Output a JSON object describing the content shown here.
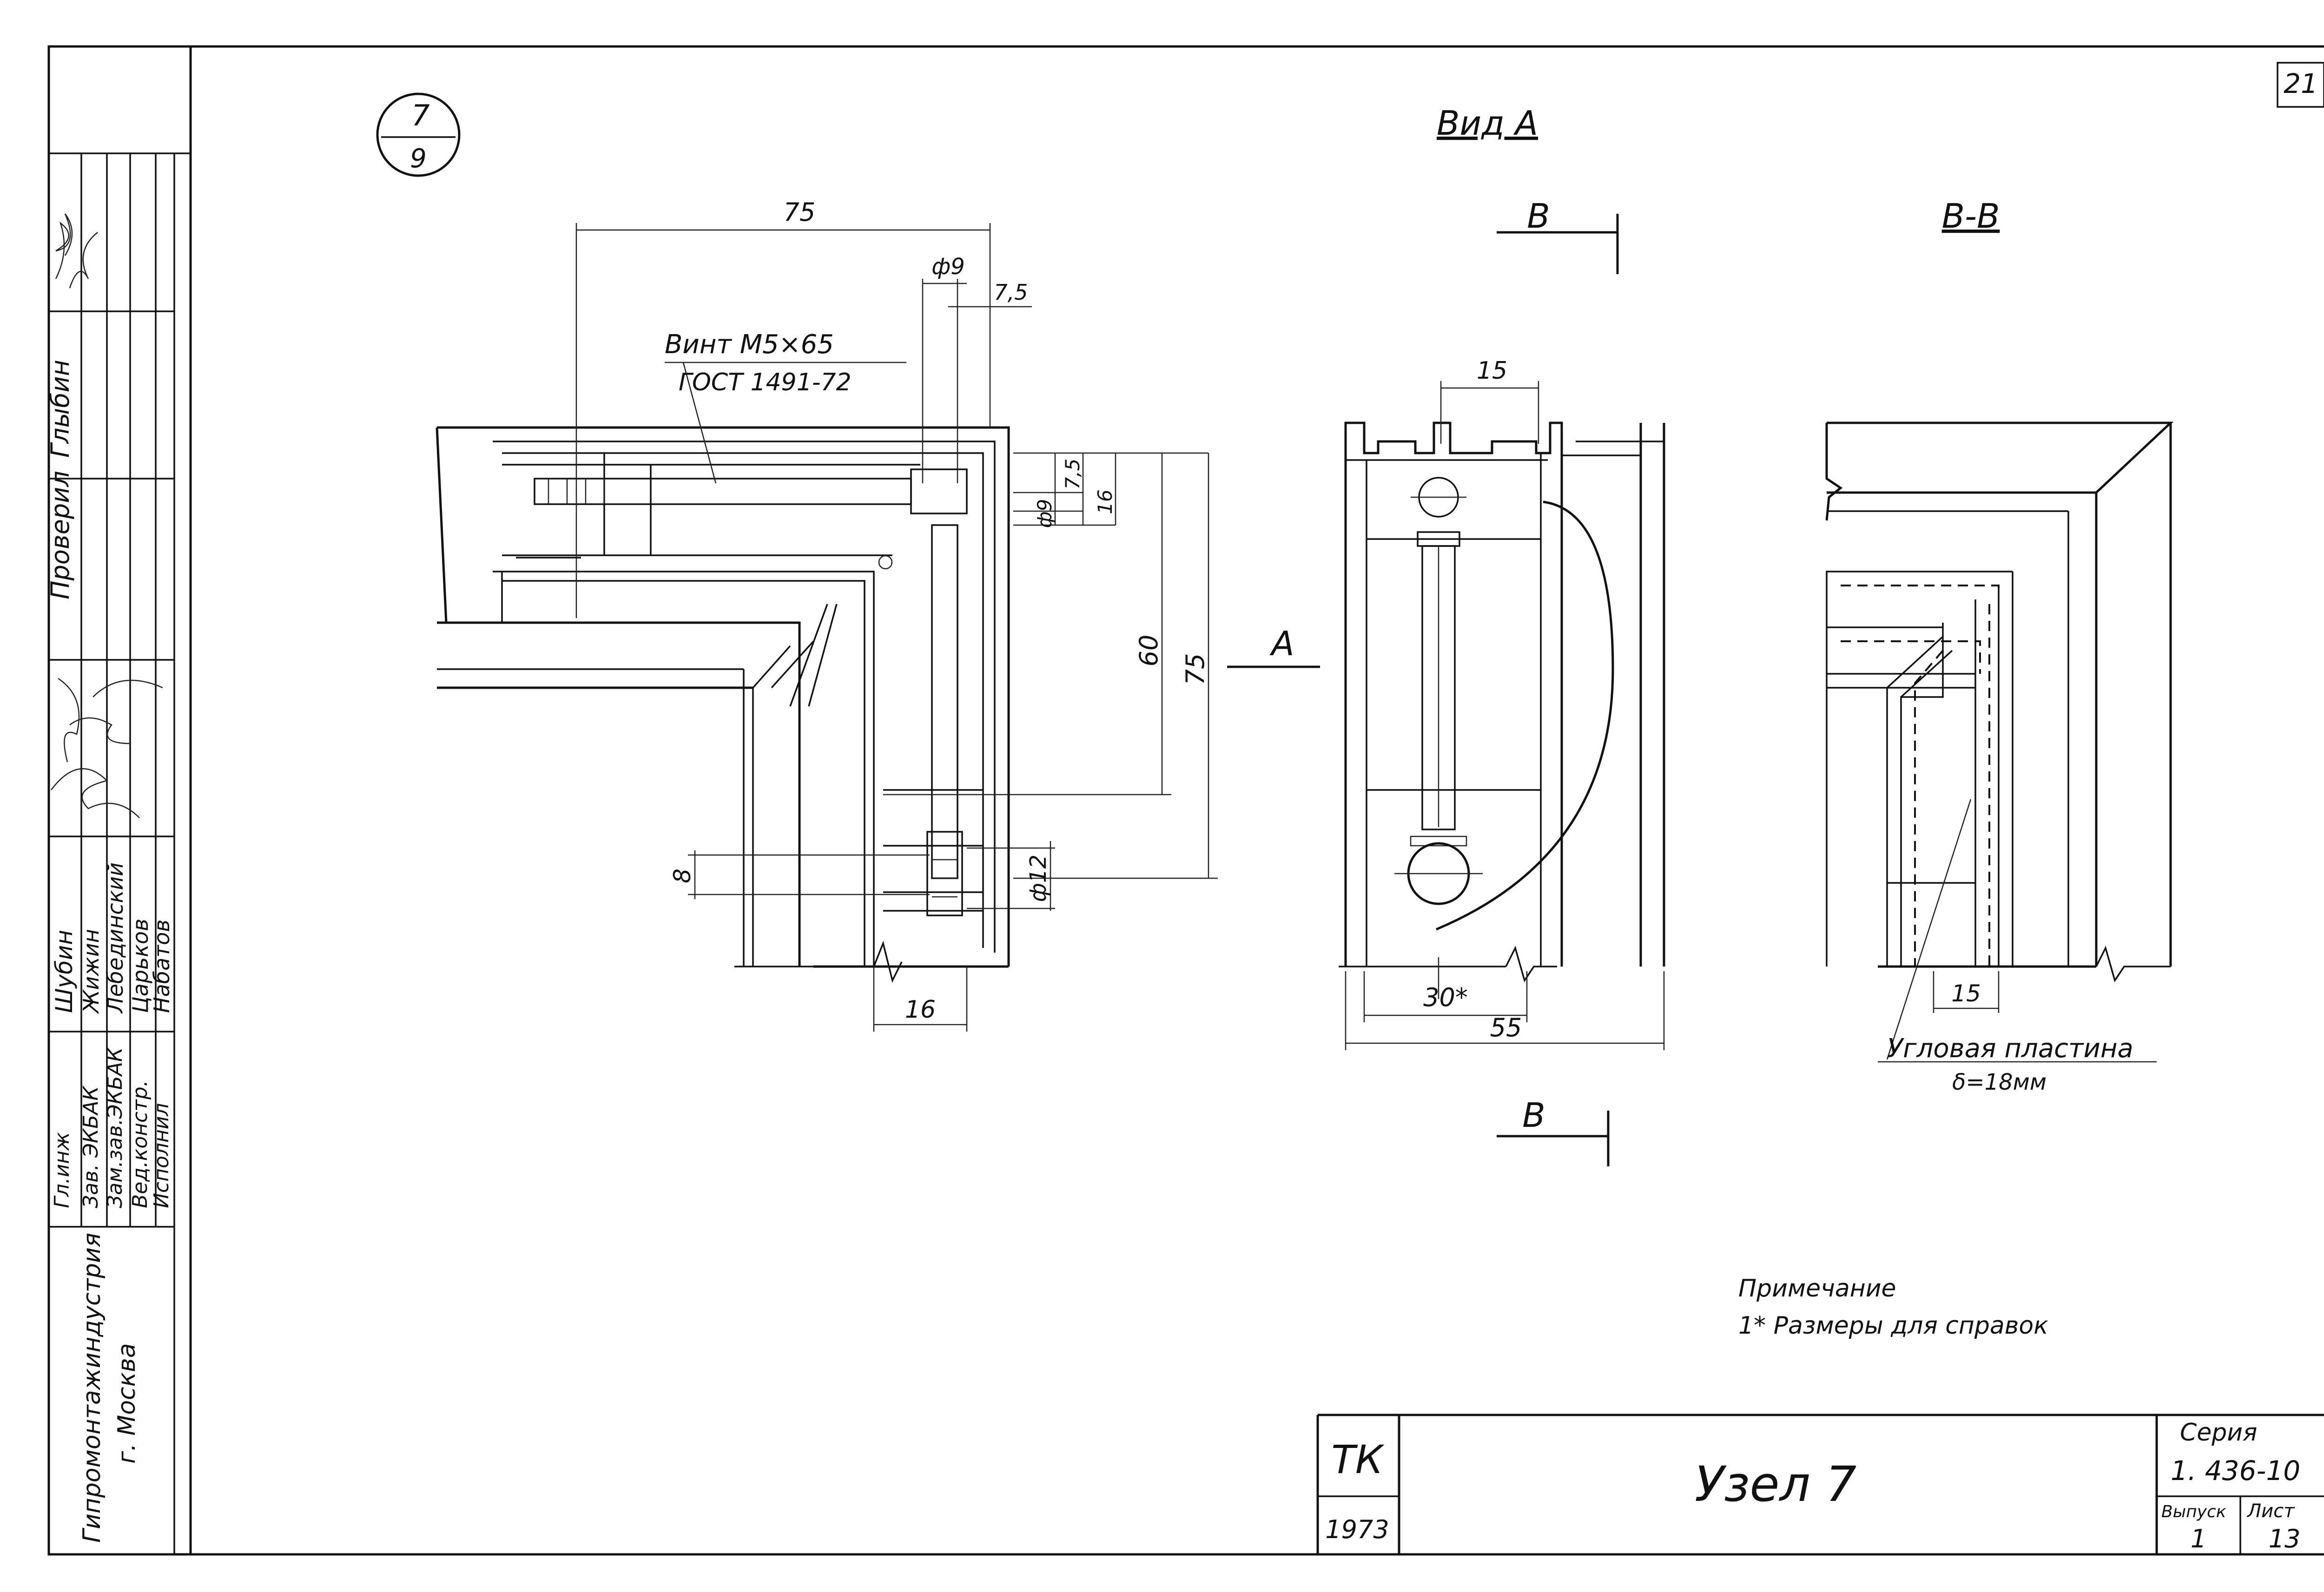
{
  "sheet": {
    "number": "21",
    "node_ref_top": "7",
    "node_ref_bottom": "9"
  },
  "view_a": {
    "title": "Вид А",
    "section_mark": "В",
    "view_arrow": "А",
    "dim_width": "15",
    "dim_ref": "30*",
    "dim_total": "55"
  },
  "section_bb": {
    "title": "В-В",
    "dim_15": "15",
    "plate_label": "Угловая пластина",
    "plate_thickness": "δ=18мм"
  },
  "plan_view": {
    "screw_label": "Винт М5×65",
    "screw_standard": "ГОСТ 1491-72",
    "dim_75_top": "75",
    "dim_phi9_top": "ф9",
    "dim_7_5_top": "7,5",
    "dim_phi9_side": "ф9",
    "dim_7_5_side": "7,5",
    "dim_16_side": "16",
    "dim_60": "60",
    "dim_75_side": "75",
    "dim_8": "8",
    "dim_phi12": "ф12",
    "dim_16_bottom": "16"
  },
  "note": {
    "title": "Примечание",
    "text": "1* Размеры для справок"
  },
  "title_block": {
    "tk": "ТК",
    "year": "1973",
    "node_name": "Узел 7",
    "series_label": "Серия",
    "series_value": "1. 436-10",
    "issue_label": "Выпуск",
    "issue_value": "1",
    "sheet_label": "Лист",
    "sheet_value": "13"
  },
  "side_stamp": {
    "organization": "Гипромонтажиндустрия",
    "city": "г. Москва",
    "roles": [
      "Гл.инж",
      "Зав. ЭКБАК",
      "Зам.зав.ЭКБАК",
      "Вед.констр.",
      "Исполнил"
    ],
    "names": [
      "Шубин",
      "Жижин",
      "Лебединский",
      "Царьков",
      "Набатов"
    ],
    "checked_label": "Проверил",
    "checked_name": "Глыбин"
  }
}
